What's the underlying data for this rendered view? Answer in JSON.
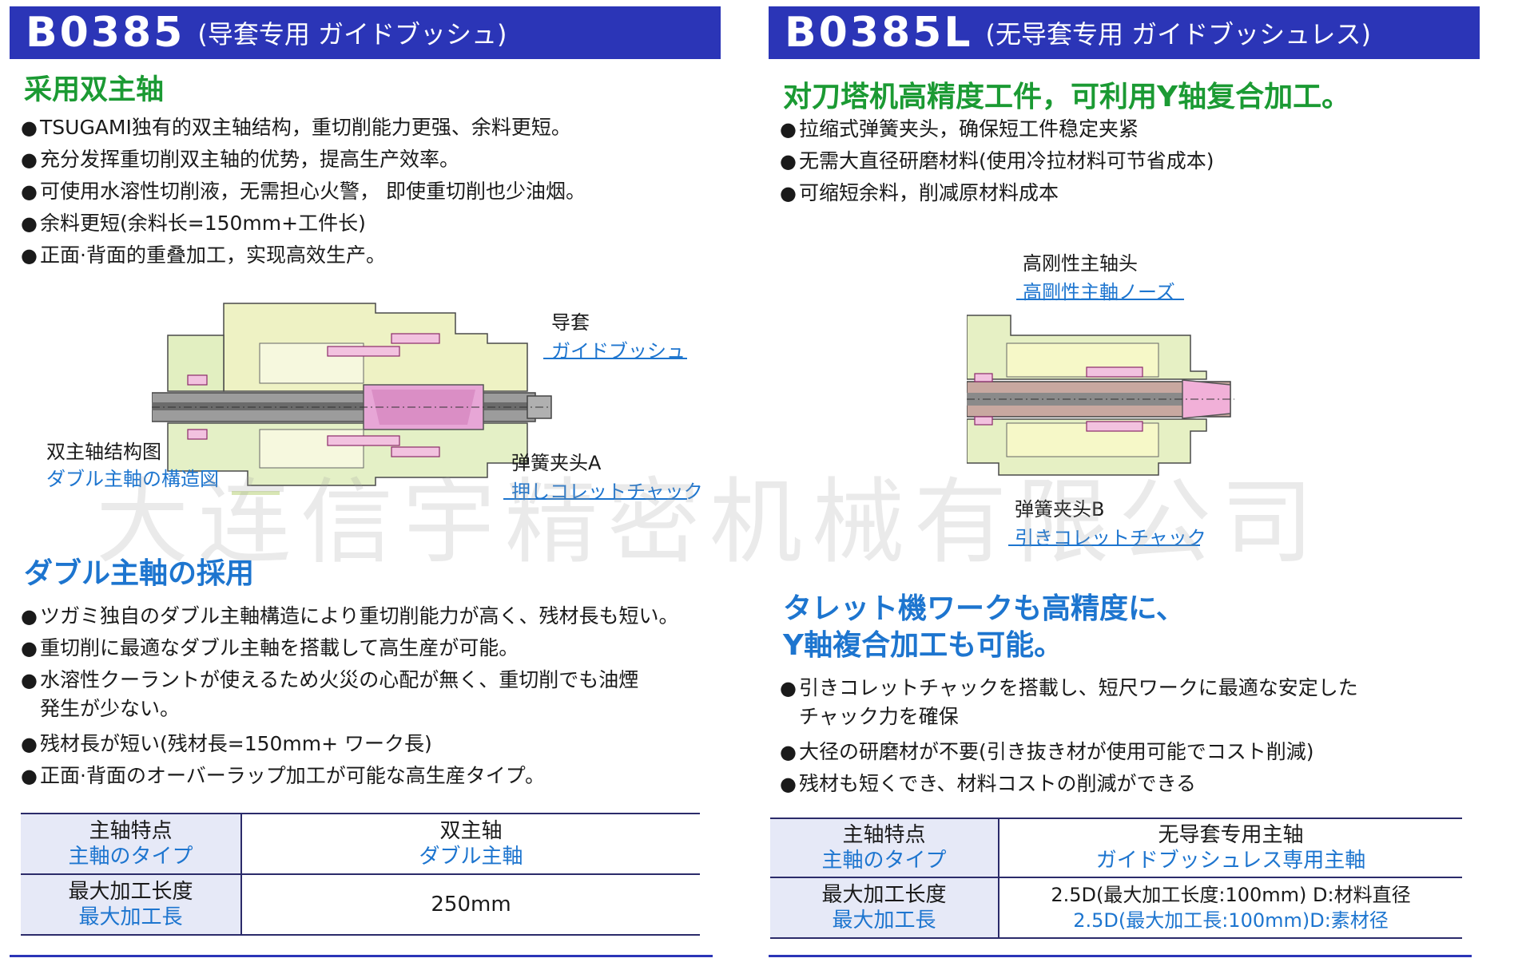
{
  "left": {
    "model": "B0385",
    "model_sub": "(导套专用 ガイドブッシュ)",
    "heading_cn": "采用双主轴",
    "bullets_cn": [
      "TSUGAMI独有的双主轴结构，重切削能力更强、余料更短。",
      "充分发挥重切削双主轴的优势，提高生产效率。",
      "可使用水溶性切削液，无需担心火警， 即使重切削也少油烟。",
      "余料更短(余料长=150mm+工件长)",
      "正面·背面的重叠加工，实现高效生产。"
    ],
    "diagram": {
      "label_guide_cn": "导套",
      "label_guide_jp": "ガイドブッシュ",
      "label_struct_cn": "双主轴结构图",
      "label_struct_jp": "ダブル主軸の構造図",
      "label_collet_cn": "弹簧夹头A",
      "label_collet_jp": "押しコレットチャック"
    },
    "heading_jp": "ダブル主軸の採用",
    "bullets_jp": [
      {
        "line1": "ツガミ独自のダブル主軸構造により重切削能力が高く、残材長も短い。",
        "line2": ""
      },
      {
        "line1": "重切削に最適なダブル主軸を搭載して高生産が可能。",
        "line2": ""
      },
      {
        "line1": "水溶性クーラントが使えるため火災の心配が無く、重切削でも油煙",
        "line2": "発生が少ない。"
      },
      {
        "line1": "残材長が短い(残材長=150mm+ ワーク長)",
        "line2": ""
      },
      {
        "line1": "正面·背面のオーバーラップ加工が可能な高生産タイプ。",
        "line2": ""
      }
    ],
    "table": {
      "row1_key_cn": "主轴特点",
      "row1_key_jp": "主軸のタイプ",
      "row1_val_cn": "双主轴",
      "row1_val_jp": "ダブル主軸",
      "row2_key_cn": "最大加工长度",
      "row2_key_jp": "最大加工長",
      "row2_val": "250mm"
    }
  },
  "right": {
    "model": "B0385L",
    "model_sub": "(无导套专用 ガイドブッシュレス)",
    "heading_cn": "对刀塔机高精度工件，可利用Y轴复合加工。",
    "bullets_cn": [
      "拉缩式弹簧夹头，确保短工件稳定夹紧",
      "无需大直径研磨材料(使用冷拉材料可节省成本)",
      "可缩短余料，削减原材料成本"
    ],
    "diagram": {
      "label_nose_cn": "高刚性主轴头",
      "label_nose_jp": "高剛性主軸ノーズ",
      "label_collet_cn": "弹簧夹头B",
      "label_collet_jp": "引きコレットチャック"
    },
    "heading_jp_line1": "タレット機ワークも高精度に、",
    "heading_jp_line2": "Y軸複合加工も可能。",
    "bullets_jp": [
      {
        "line1": "引きコレットチャックを搭載し、短尺ワークに最適な安定した",
        "line2": "チャック力を確保"
      },
      {
        "line1": "大径の研磨材が不要(引き抜き材が使用可能でコスト削減)",
        "line2": ""
      },
      {
        "line1": "残材も短くでき、材料コストの削減ができる",
        "line2": ""
      }
    ],
    "table": {
      "row1_key_cn": "主轴特点",
      "row1_key_jp": "主軸のタイプ",
      "row1_val_cn": "无导套专用主轴",
      "row1_val_jp": "ガイドブッシュレス専用主軸",
      "row2_key_cn": "最大加工长度",
      "row2_key_jp": "最大加工長",
      "row2_val_cn": "2.5D(最大加工长度:100mm) D:材料直径",
      "row2_val_jp": "2.5D(最大加工長:100mm)D:素材径"
    }
  },
  "watermark": "大连信宇精密机械有限公司",
  "bullet_glyph": "●"
}
